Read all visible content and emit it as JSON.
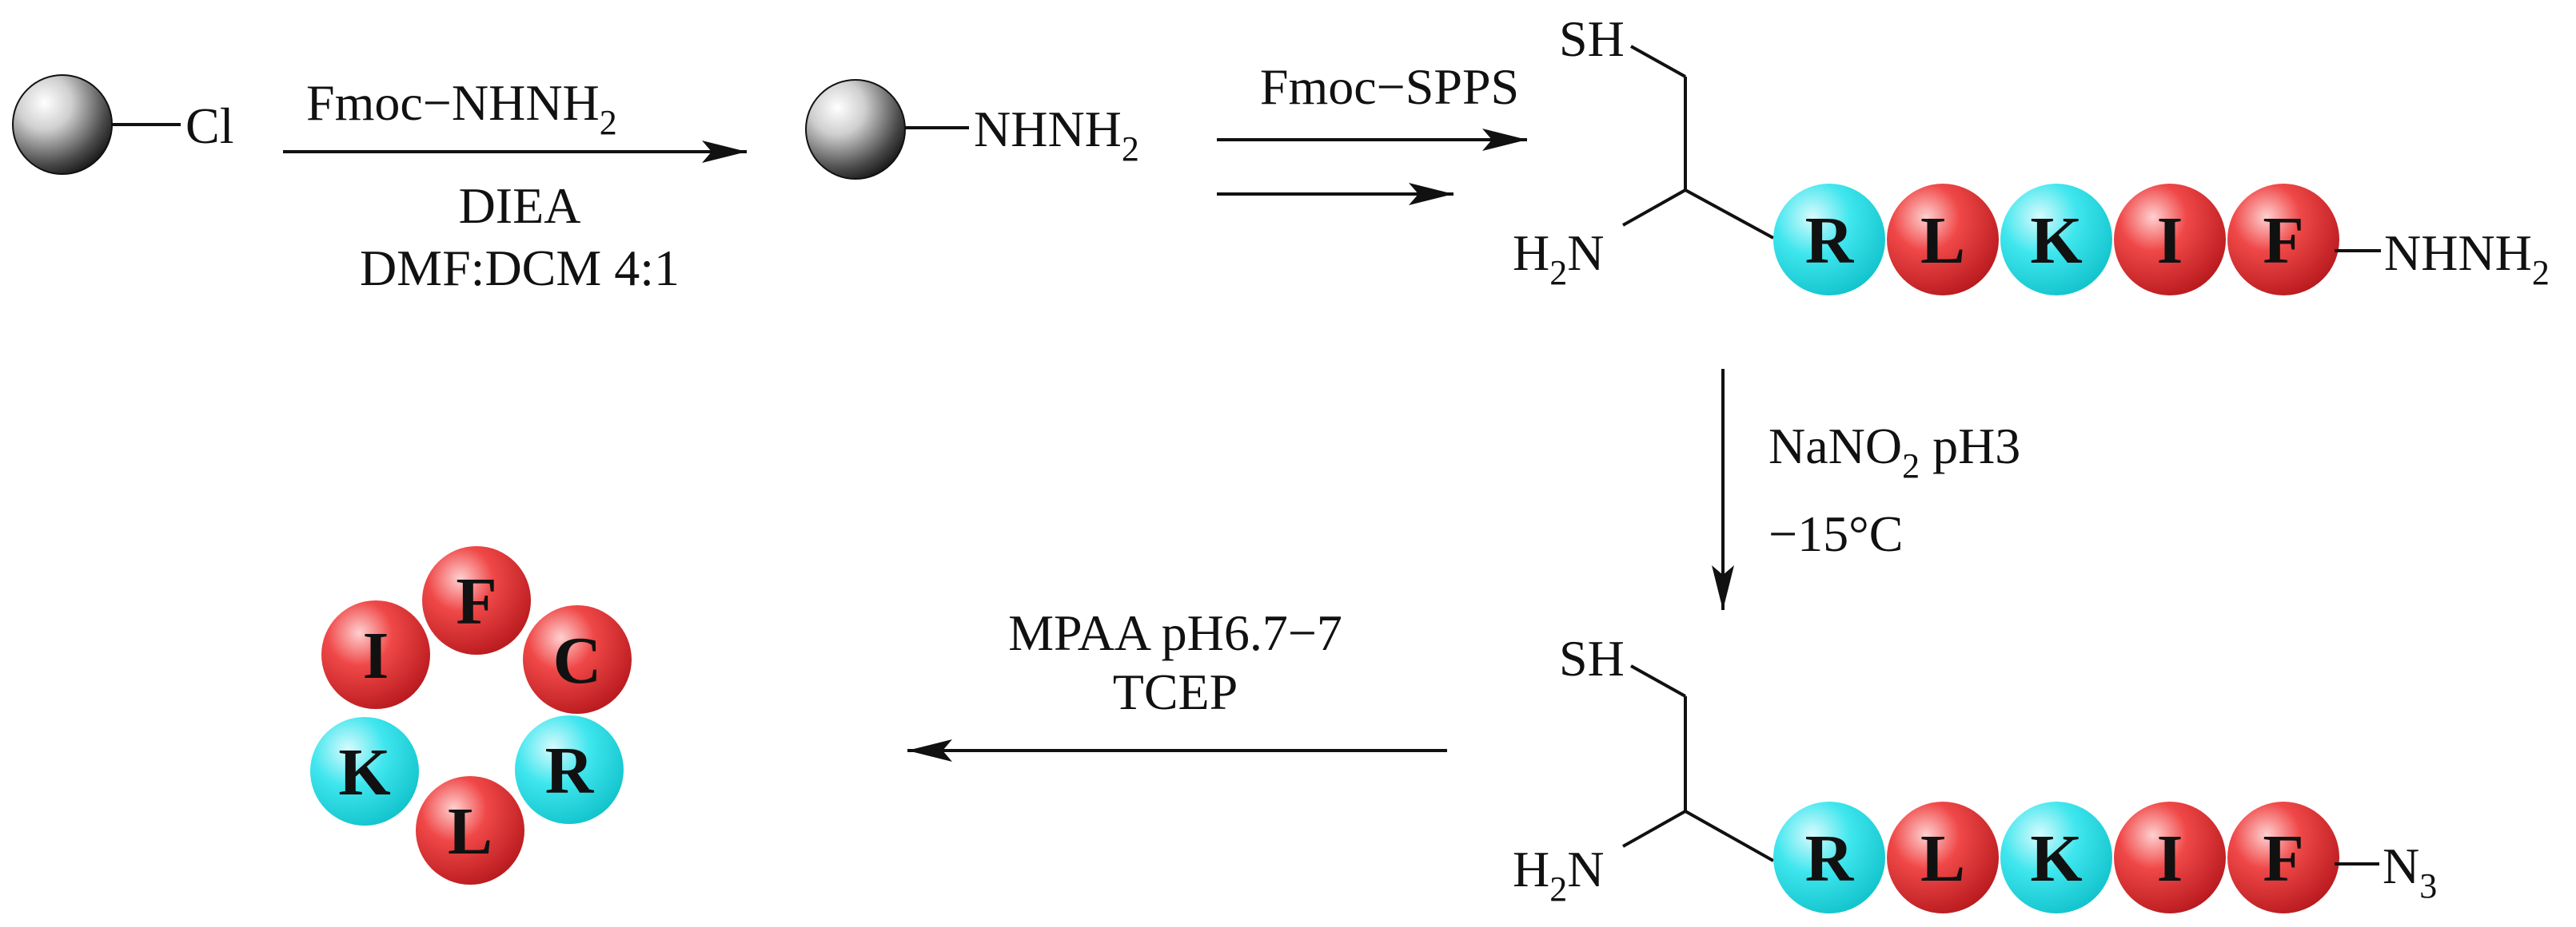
{
  "colors": {
    "red_residue": "#e8373c",
    "cyan_residue": "#33e3ec",
    "resin_bead": "#8a8a8a",
    "ink": "#111111"
  },
  "resin_start": {
    "group": "Cl"
  },
  "step1": {
    "reagent": "Fmoc−NHNH",
    "reagent_sub": "2",
    "base": "DIEA",
    "solvent": "DMF:DCM 4:1"
  },
  "resin_hydrazide": {
    "group": "NHNH",
    "group_sub": "2"
  },
  "step2": {
    "label": "Fmoc−SPPS"
  },
  "peptide_hydrazide": {
    "sh": "SH",
    "amine": "H",
    "amine_sub": "2",
    "amine_tail": "N",
    "residues": [
      {
        "letter": "R",
        "color": "cyan"
      },
      {
        "letter": "L",
        "color": "red"
      },
      {
        "letter": "K",
        "color": "cyan"
      },
      {
        "letter": "I",
        "color": "red"
      },
      {
        "letter": "F",
        "color": "red"
      }
    ],
    "terminus": "NHNH",
    "terminus_sub": "2"
  },
  "step3": {
    "reagent": "NaNO",
    "reagent_sub": "2",
    "reagent_tail": " pH3",
    "temperature": "−15°C"
  },
  "peptide_azide": {
    "sh": "SH",
    "amine": "H",
    "amine_sub": "2",
    "amine_tail": "N",
    "residues": [
      {
        "letter": "R",
        "color": "cyan"
      },
      {
        "letter": "L",
        "color": "red"
      },
      {
        "letter": "K",
        "color": "cyan"
      },
      {
        "letter": "I",
        "color": "red"
      },
      {
        "letter": "F",
        "color": "red"
      }
    ],
    "terminus": "N",
    "terminus_sub": "3"
  },
  "step4": {
    "line1": "MPAA pH6.7−7",
    "line2": "TCEP"
  },
  "cyclic_peptide": {
    "residues": [
      {
        "letter": "F",
        "color": "red"
      },
      {
        "letter": "C",
        "color": "red"
      },
      {
        "letter": "R",
        "color": "cyan"
      },
      {
        "letter": "L",
        "color": "red"
      },
      {
        "letter": "K",
        "color": "cyan"
      },
      {
        "letter": "I",
        "color": "red"
      }
    ]
  }
}
